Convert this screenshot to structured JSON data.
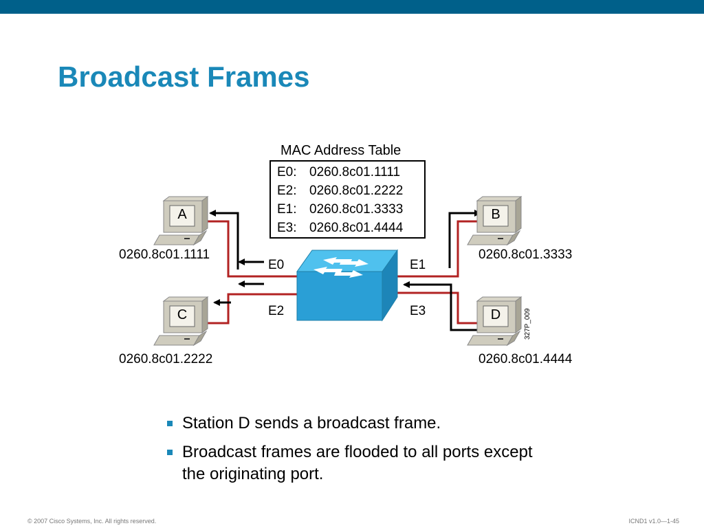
{
  "slide": {
    "title": "Broadcast Frames",
    "footer_left": "© 2007 Cisco Systems, Inc. All rights reserved.",
    "footer_right": "ICND1 v1.0—1-45",
    "accent_color": "#1a88b8",
    "bar_color": "#00608a"
  },
  "diagram": {
    "table_title": "MAC Address Table",
    "table_rows": [
      {
        "port": "E0:",
        "mac": "0260.8c01.1111"
      },
      {
        "port": "E2:",
        "mac": "0260.8c01.2222"
      },
      {
        "port": "E1:",
        "mac": "0260.8c01.3333"
      },
      {
        "port": "E3:",
        "mac": "0260.8c01.4444"
      }
    ],
    "stations": {
      "a": {
        "letter": "A",
        "mac": "0260.8c01.1111"
      },
      "b": {
        "letter": "B",
        "mac": "0260.8c01.3333"
      },
      "c": {
        "letter": "C",
        "mac": "0260.8c01.2222"
      },
      "d": {
        "letter": "D",
        "mac": "0260.8c01.4444"
      }
    },
    "ports": {
      "e0": "E0",
      "e1": "E1",
      "e2": "E2",
      "e3": "E3"
    },
    "figure_id": "327P_009",
    "link_color": "#b22222",
    "arrow_color": "#000000",
    "icons": [
      "computer-icon",
      "switch-icon"
    ]
  },
  "bullets": [
    "Station D sends a broadcast frame.",
    "Broadcast frames are flooded to all ports except the originating port."
  ]
}
